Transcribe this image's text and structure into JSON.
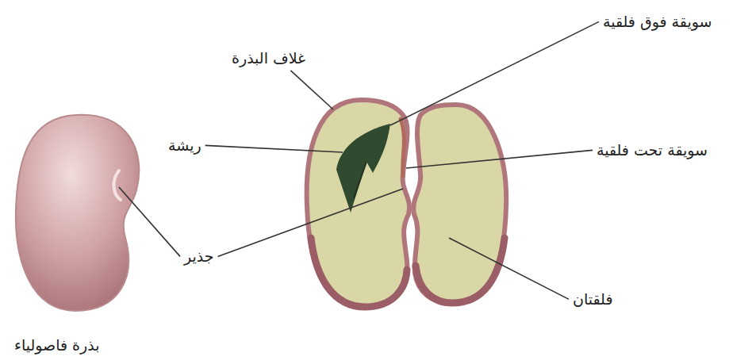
{
  "diagram": {
    "labels": [
      "سويقة فوق فلقية",
      "غلاف البذرة",
      "ريشة",
      "سويقة تحت فلقية",
      "جذير",
      "فلقتان",
      "بذرة فاصولياء"
    ]
  }
}
